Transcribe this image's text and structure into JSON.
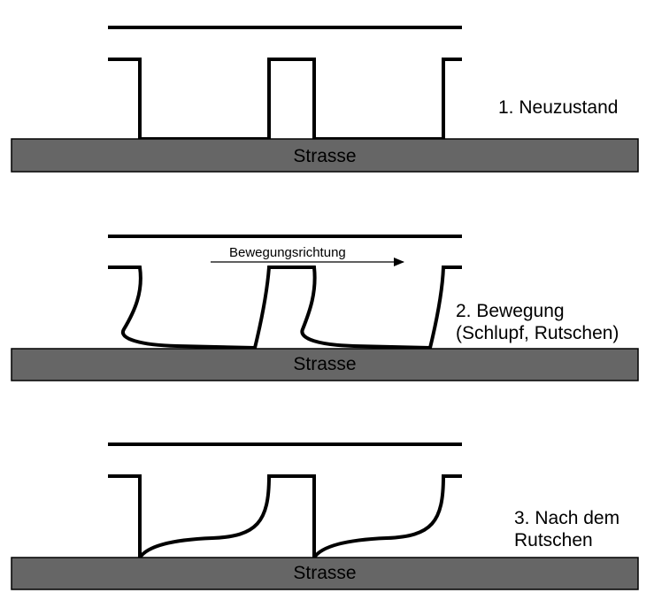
{
  "stages": [
    {
      "road_label": "Strasse",
      "caption_lines": [
        "1. Neuzustand"
      ]
    },
    {
      "road_label": "Strasse",
      "caption_lines": [
        "2. Bewegung",
        "(Schlupf, Rutschen)"
      ],
      "arrow_label": "Bewegungsrichtung"
    },
    {
      "road_label": "Strasse",
      "caption_lines": [
        "3. Nach dem",
        "Rutschen"
      ]
    }
  ]
}
